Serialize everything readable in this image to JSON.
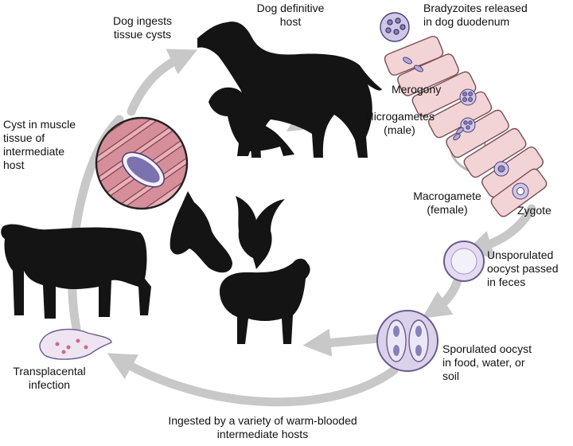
{
  "diagram": {
    "colors": {
      "arrow": "#c8c8c8",
      "silhouette": "#141414",
      "cell_fill": "#f2d4d6",
      "cell_stroke": "#7a4f55",
      "parasite": "#8a7fb8",
      "oocyst_fill": "#d9d2ea",
      "oocyst_stroke": "#6a5a8e",
      "muscle_fill": "#d48f9a",
      "muscle_stroke": "#8a3c4a"
    },
    "labels": {
      "dog_ingests_1": "Dog ingests",
      "dog_ingests_2": "tissue cysts",
      "dog_host_1": "Dog definitive",
      "dog_host_2": "host",
      "bradyzoites_1": "Bradyzoites released",
      "bradyzoites_2": "in dog duodenum",
      "merogony": "Merogony",
      "microgametes_1": "Microgametes",
      "microgametes_2": "(male)",
      "macrogamete_1": "Macrogamete",
      "macrogamete_2": "(female)",
      "zygote": "Zygote",
      "unsporulated_1": "Unsporulated",
      "unsporulated_2": "oocyst passed",
      "unsporulated_3": "in feces",
      "sporulated_1": "Sporulated oocyst",
      "sporulated_2": "in food, water, or",
      "sporulated_3": "soil",
      "ingested_1": "Ingested by a variety of warm-blooded",
      "ingested_2": "intermediate hosts",
      "transplacental_1": "Transplacental",
      "transplacental_2": "infection",
      "cyst_muscle_1": "Cyst in muscle",
      "cyst_muscle_2": "tissue of",
      "cyst_muscle_3": "intermediate",
      "cyst_muscle_4": "host"
    }
  }
}
